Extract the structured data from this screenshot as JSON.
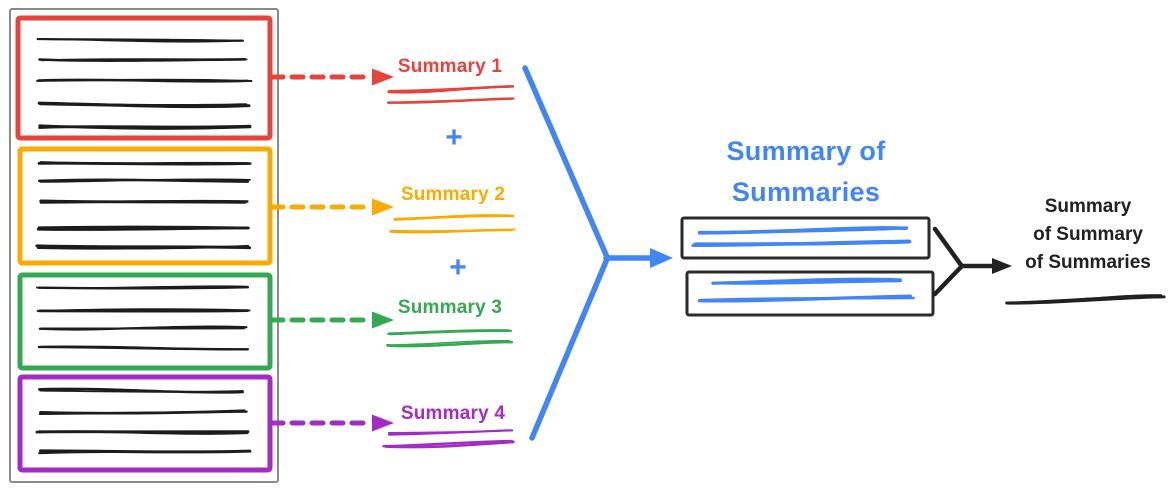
{
  "colors": {
    "red": "#E5433B",
    "orange": "#F9AB00",
    "green": "#34A853",
    "purple": "#A32CC4",
    "blue": "#4285F4",
    "ink": "#212121",
    "gray": "#8A8A8A"
  },
  "document_panel": {
    "chunk_count": 4
  },
  "chunk_summaries": [
    {
      "label": "Summary 1",
      "color": "#E5433B"
    },
    {
      "label": "Summary 2",
      "color": "#F9AB00"
    },
    {
      "label": "Summary 3",
      "color": "#34A853"
    },
    {
      "label": "Summary 4",
      "color": "#A32CC4"
    }
  ],
  "operators": {
    "plus": "+"
  },
  "summary_of_summaries": {
    "title_line1": "Summary of",
    "title_line2": "Summaries",
    "box_count": 2
  },
  "final_summary": {
    "line1": "Summary",
    "line2": "of Summary",
    "line3": "of Summaries"
  }
}
